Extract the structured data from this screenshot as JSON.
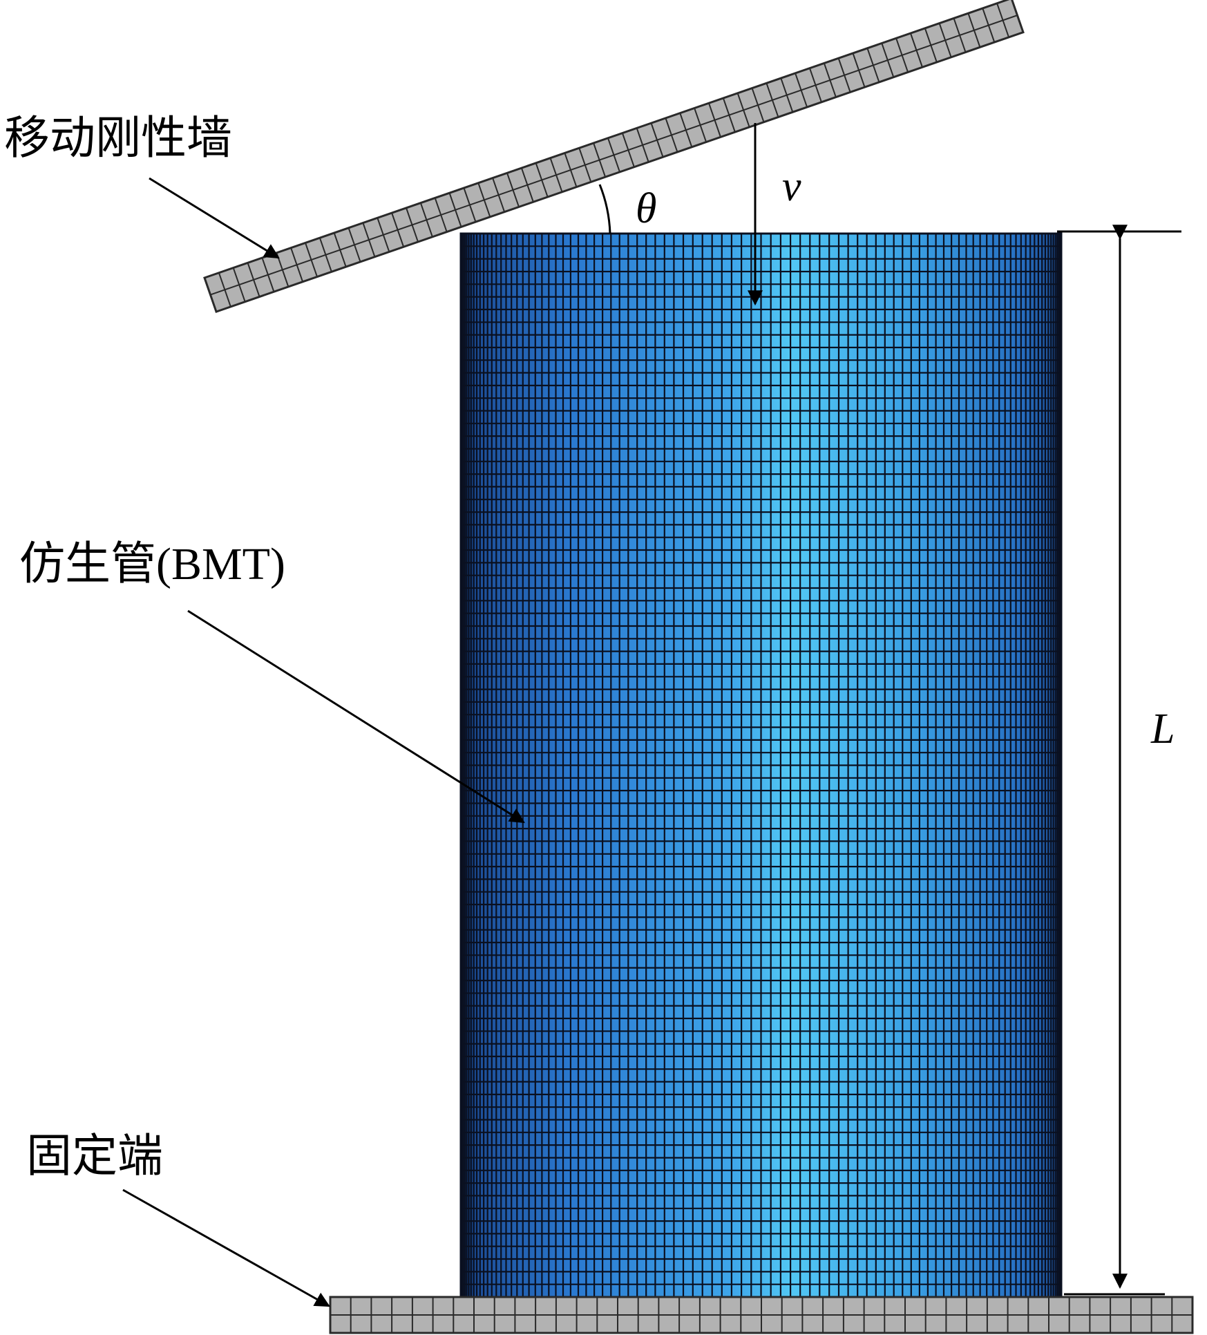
{
  "labels": {
    "moving_wall": "移动刚性墙",
    "tube": "仿生管(BMT)",
    "fixed_end": "固定端"
  },
  "symbols": {
    "angle": "θ",
    "velocity": "v",
    "length": "L"
  },
  "colors": {
    "tube_edge": "#123a78",
    "tube_mid": "#2f86dc",
    "tube_center": "#4fc8f2",
    "mesh_line": "#0a1020",
    "plate_fill": "#b2b2b2",
    "plate_grid": "#2a2a2a"
  }
}
